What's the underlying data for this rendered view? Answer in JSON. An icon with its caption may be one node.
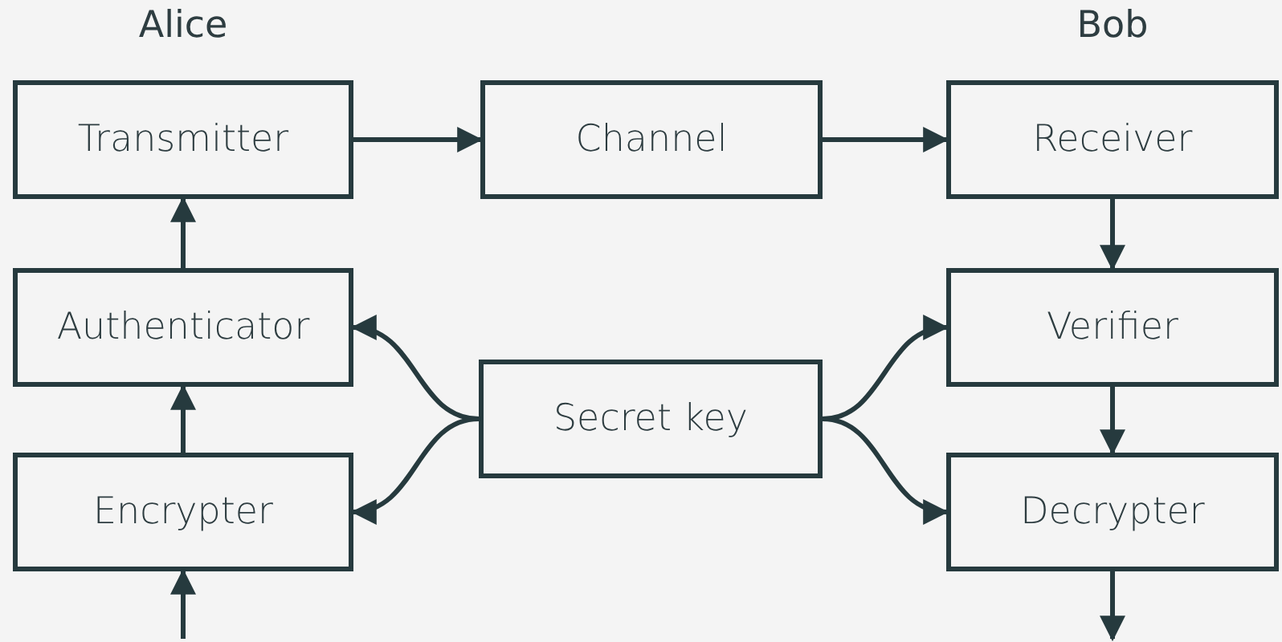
{
  "diagram": {
    "nodes": [
      {
        "text": [
          "Transmitter"
        ],
        "beside": [
          "Alice"
        ]
      },
      {
        "text": [
          "Channel"
        ]
      },
      {
        "text": [
          "Receiver"
        ],
        "beside": [
          "Bob"
        ]
      },
      {
        "text": [
          "Authenticator"
        ]
      },
      {
        "text": [
          "Verifier"
        ]
      },
      {
        "text": [
          "Secret key"
        ]
      },
      {
        "text": [
          "Encrypter"
        ]
      },
      {
        "text": [
          "Decrypter"
        ]
      }
    ],
    "edges": [
      {
        "from": 0,
        "to": 1,
        "arrow": "to"
      },
      {
        "from": 1,
        "to": 2,
        "arrow": "to"
      },
      {
        "from": 2,
        "to": 4,
        "arrow": "to"
      },
      {
        "from": 4,
        "to": 7,
        "arrow": "to"
      },
      {
        "from": 7,
        "to": null,
        "arrow": "to"
      },
      {
        "from": null,
        "to": 6,
        "arrow": "to"
      },
      {
        "from": 6,
        "to": 3,
        "arrow": "to"
      },
      {
        "from": 3,
        "to": 0,
        "arrow": "to"
      },
      {
        "from": 5,
        "to": 3,
        "arrow": "to"
      },
      {
        "from": 5,
        "to": 6,
        "arrow": "to"
      },
      {
        "from": 5,
        "to": 4,
        "arrow": "to"
      },
      {
        "from": 5,
        "to": 7,
        "arrow": "to"
      }
    ]
  }
}
